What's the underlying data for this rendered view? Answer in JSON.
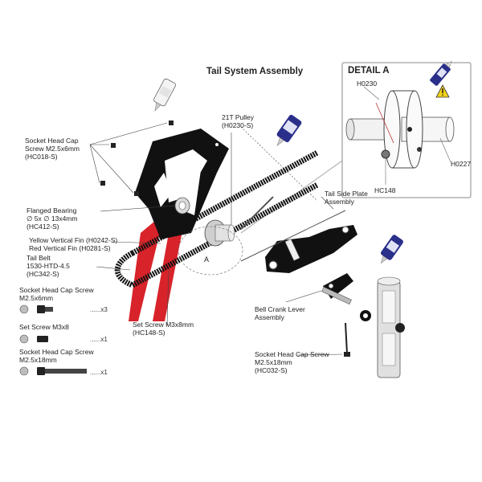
{
  "title": "Tail System Assembly",
  "detail": {
    "title": "DETAIL A",
    "labels": [
      "H0230",
      "H0227",
      "HC148"
    ]
  },
  "callouts": {
    "socket_screw_1": [
      "Socket Head Cap",
      "Screw M2.5x6mm",
      "(HC018-S)"
    ],
    "pulley": [
      "21T Pulley",
      "(H0230-S)"
    ],
    "tail_side_plate": [
      "Tail Side Plate",
      "Assembly"
    ],
    "flanged_bearing": [
      "Flanged Bearing",
      "∅ 5x ∅ 13x4mm",
      "(HC412-S)"
    ],
    "fins": [
      "Yellow Vertical Fin (H0242-S)",
      "Red Vertical Fin (H0281-S)"
    ],
    "tail_belt": [
      "Tail Belt",
      "1530-HTD-4.5",
      "(HC342-S)"
    ],
    "set_screw": [
      "Set Screw M3x8mm",
      "(HC148-S)"
    ],
    "bell_crank": [
      "Bell Crank Lever",
      "Assembly"
    ],
    "socket_screw_2": [
      "Socket Head Cap Screw",
      "M2.5x18mm",
      "(HC032-S)"
    ],
    "point_a": "A"
  },
  "parts_list": [
    {
      "name_lines": [
        "Socket Head Cap Screw",
        "M2.5x6mm"
      ],
      "qty": "......x3"
    },
    {
      "name_lines": [
        "Set Screw M3x8"
      ],
      "qty": "......x1"
    },
    {
      "name_lines": [
        "Socket Head Cap Screw",
        "M2.5x18mm"
      ],
      "qty": "......x1"
    }
  ],
  "colors": {
    "frame": "#111111",
    "fin_red": "#d8232a",
    "glue_blue": "#2a2f8a",
    "line": "#333333",
    "metal": "#cfcfcf"
  }
}
